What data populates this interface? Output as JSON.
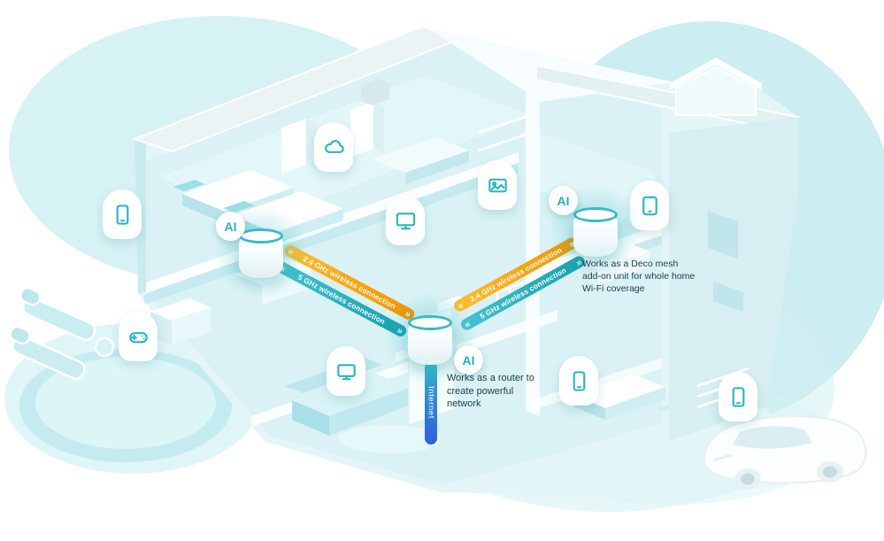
{
  "scene": {
    "colors": {
      "background": "#ffffff",
      "house_tint": "#dff4f6",
      "accent_teal": "#2bb3c0",
      "connection_orange": "#f5a200",
      "connection_teal": "#1fa3b2",
      "internet_blue": "#2f5fe0",
      "caption_text": "#163f4a"
    }
  },
  "decos": {
    "left": {
      "badge": "AI"
    },
    "center": {
      "badge": "AI",
      "caption": "Works as a router to create powerful network"
    },
    "right": {
      "badge": "AI",
      "caption": "Works as a Deco mesh add-on unit for whole home Wi-Fi coverage"
    }
  },
  "connections": {
    "center_to_left": {
      "band_2g": "2.4 GHz wireless connection",
      "band_5g": "5 GHz wireless connection"
    },
    "center_to_right": {
      "band_2g": "2.4 GHz wireless connection",
      "band_5g": "5 GHz wireless connection"
    }
  },
  "internet": {
    "label": "Internet"
  },
  "glyphs": {
    "chevrons_left": "«",
    "chevrons_right": "»"
  },
  "devices": [
    {
      "icon": "smartphone-icon"
    },
    {
      "icon": "cloud-icon"
    },
    {
      "icon": "gamepad-icon"
    },
    {
      "icon": "tv-icon"
    },
    {
      "icon": "desktop-monitor-icon"
    },
    {
      "icon": "photo-card-icon"
    },
    {
      "icon": "tablet-icon"
    },
    {
      "icon": "smartphone-icon"
    },
    {
      "icon": "smartphone-icon"
    }
  ]
}
